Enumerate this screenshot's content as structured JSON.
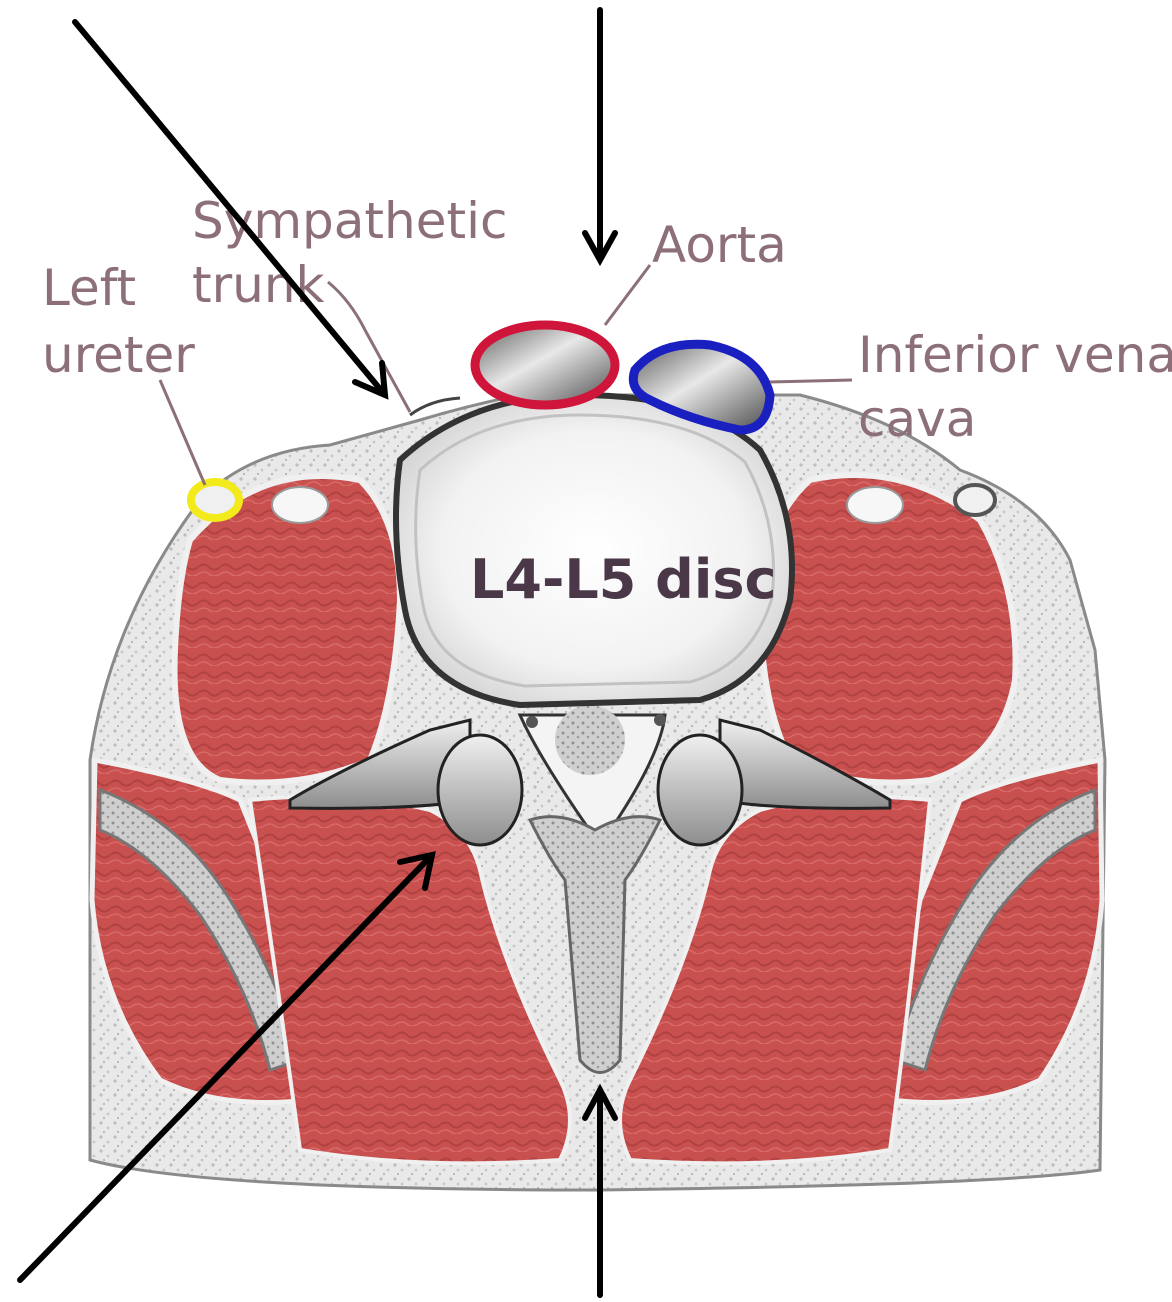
{
  "labels": {
    "sympathetic_line1": "Sympathetic",
    "sympathetic_line2": "trunk",
    "left_line1": "Left",
    "left_line2": "ureter",
    "aorta": "Aorta",
    "ivc_line1": "Inferior vena",
    "ivc_line2": "cava",
    "disc": "L4-L5 disc"
  },
  "colors": {
    "muscle": "#c8504f",
    "muscle_dark": "#a8403f",
    "fascia": "#e6e6e6",
    "aorta_outline": "#d0153a",
    "ivc_outline": "#1a1fc0",
    "ureter_outline": "#f2ea1a",
    "label_text": "#8c6f78",
    "arrow": "#000000"
  },
  "pointer_arrows": [
    "top-left-arrow",
    "top-center-arrow",
    "bottom-left-arrow",
    "bottom-center-arrow"
  ]
}
